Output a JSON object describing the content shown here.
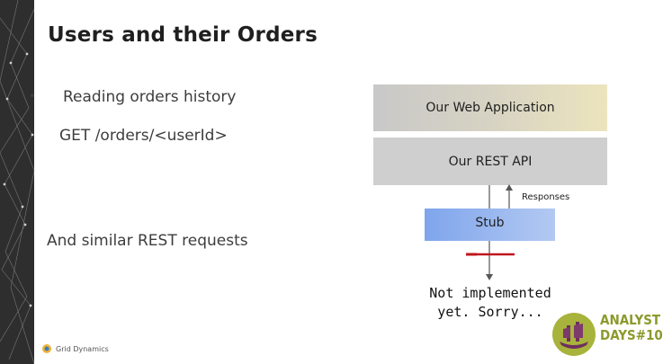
{
  "slide": {
    "title": "Users and their Orders",
    "bullet_char": "•",
    "bullet_text": "Reading orders history",
    "endpoint": "GET /orders/<userId>",
    "similar_text": "And similar REST requests"
  },
  "diagram": {
    "web_app_label": "Our Web Application",
    "rest_api_label": "Our REST API",
    "responses_label": "Responses",
    "stub_label": "Stub",
    "not_implemented_line1": "Not implemented",
    "not_implemented_line2": "yet. Sorry...",
    "colors": {
      "stub": "#9bbaf0",
      "block_line": "#c0161c"
    }
  },
  "footer": {
    "company": "Grid Dynamics",
    "event_line1": "ANALYST",
    "event_line2": "DAYS#10"
  }
}
